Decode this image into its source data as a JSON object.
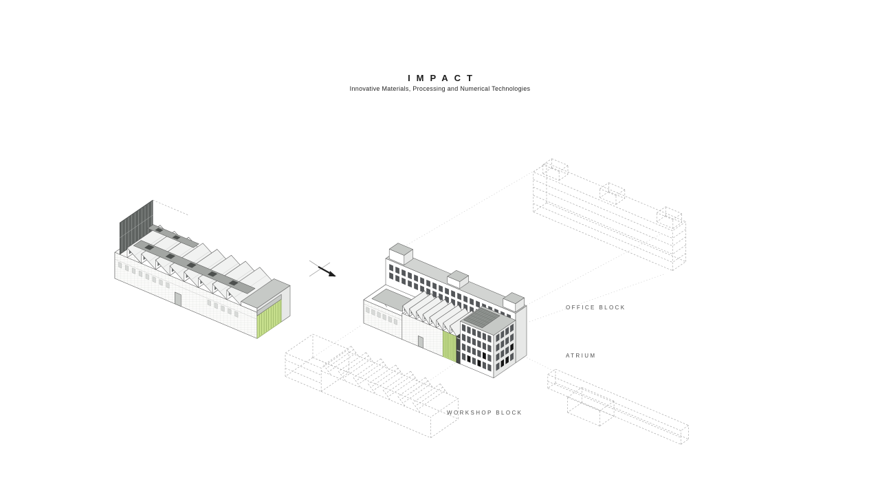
{
  "title": {
    "text": "IMPACT",
    "subtitle": "Innovative Materials, Processing and Numerical Technologies"
  },
  "labels": {
    "office_block": "OFFICE BLOCK",
    "atrium": "ATRIUM",
    "workshop_block": "WORKSHOP BLOCK"
  },
  "icons": {
    "north-arrow-icon": "crossed axes with solid arrow pointing lower-right"
  },
  "colors": {
    "background": "#ffffff",
    "accent_green": "#c8e08e",
    "roof_gray": "#c9cbc9",
    "skylight_gray": "#8e928f",
    "window_dark": "#54575a",
    "line": "#4f4f4f",
    "dashed_line": "#a3a3a3"
  }
}
